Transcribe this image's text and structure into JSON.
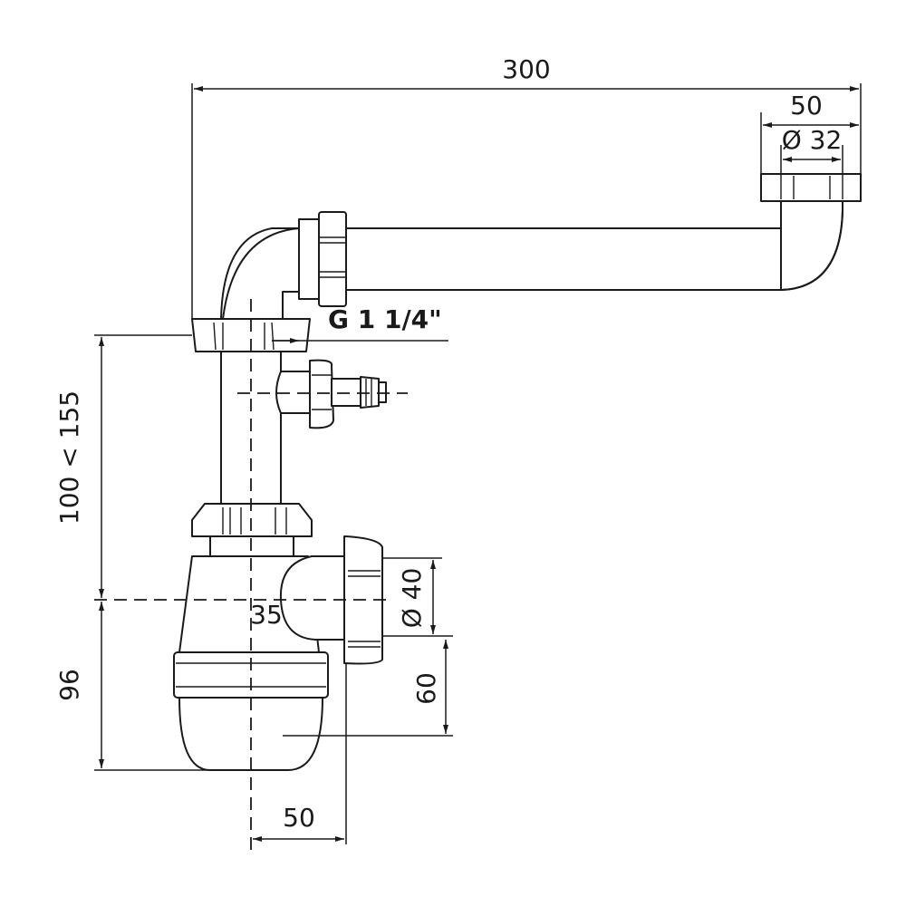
{
  "dimensions": {
    "total_length": "300",
    "outlet_length": "50",
    "outlet_diameter": "Ø 32",
    "thread_size": "G 1 1/4\"",
    "height_range": "100 < 155",
    "trap_height": "96",
    "side_inlet_offset": "35",
    "side_inlet_diameter": "Ø 40",
    "side_inlet_height": "60",
    "trap_offset": "50"
  }
}
